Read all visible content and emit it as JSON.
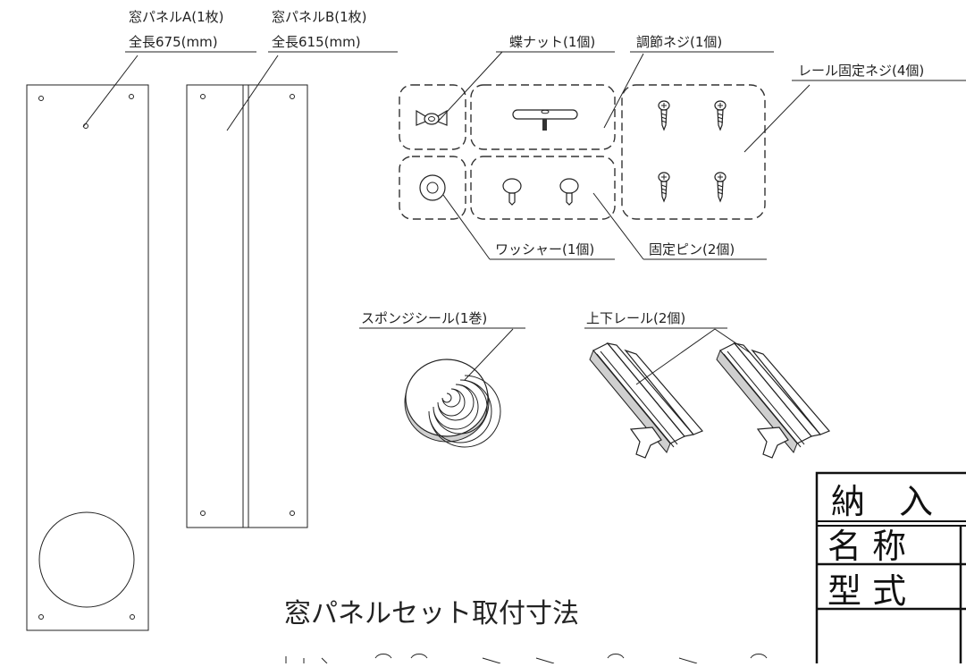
{
  "panel_a": {
    "line1": "窓パネルA(1枚)",
    "line2": "全長675(mm)"
  },
  "panel_b": {
    "line1": "窓パネルB(1枚)",
    "line2": "全長615(mm)"
  },
  "parts": {
    "wing_nut": "蝶ナット(1個)",
    "adjust_screw": "調節ネジ(1個)",
    "rail_screw": "レール固定ネジ(4個)",
    "washer": "ワッシャー(1個)",
    "fixing_pin": "固定ピン(2個)",
    "sponge_seal": "スポンジシール(1巻)",
    "rail": "上下レール(2個)"
  },
  "bottom_title": "窓パネルセット取付寸法",
  "table": {
    "row1": "納　入",
    "row2": "名 称",
    "row3": "型 式"
  }
}
